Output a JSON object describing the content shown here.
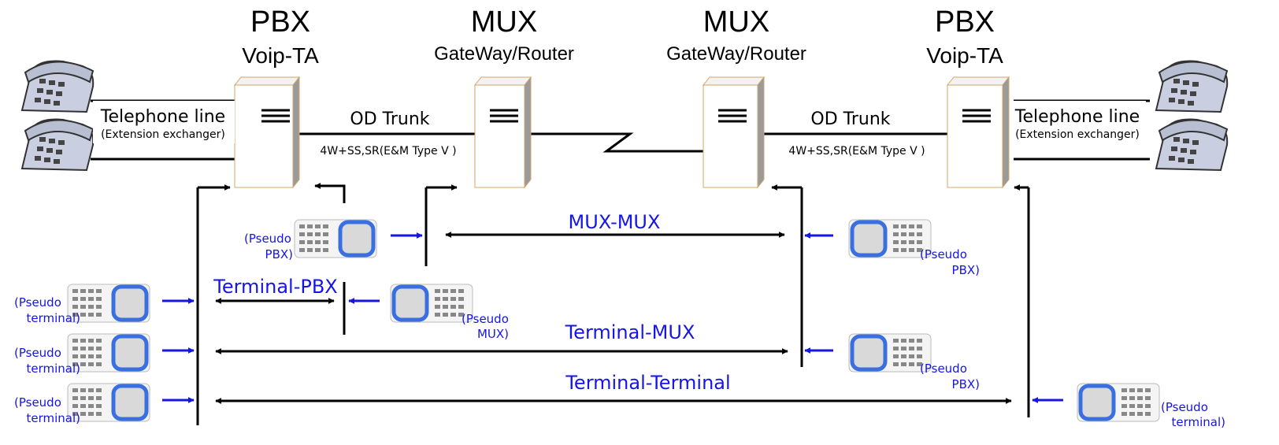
{
  "nodes": {
    "pbx_left": {
      "title": "PBX",
      "subtitle": "Voip-TA"
    },
    "mux_left": {
      "title": "MUX",
      "subtitle": "GateWay/Router"
    },
    "mux_right": {
      "title": "MUX",
      "subtitle": "GateWay/Router"
    },
    "pbx_right": {
      "title": "PBX",
      "subtitle": "Voip-TA"
    }
  },
  "trunks": {
    "left": {
      "label": "OD Trunk",
      "spec": "4W+SS,SR(E&M Type V )"
    },
    "right": {
      "label": "OD Trunk",
      "spec": "4W+SS,SR(E&M Type V )"
    }
  },
  "telephone_lines": {
    "left": {
      "label": "Telephone line",
      "sublabel": "(Extension exchanger)"
    },
    "right": {
      "label": "Telephone line",
      "sublabel": "(Extension exchanger)"
    }
  },
  "tests": {
    "mux_mux": "MUX-MUX",
    "terminal_pbx": "Terminal-PBX",
    "terminal_mux": "Terminal-MUX",
    "terminal_terminal": "Terminal-Terminal"
  },
  "testers": {
    "pseudo_pbx_left": {
      "line1": "(Pseudo",
      "line2": "PBX)"
    },
    "pseudo_pbx_right1": {
      "line1": "(Pseudo",
      "line2": "PBX)"
    },
    "pseudo_pbx_right2": {
      "line1": "(Pseudo",
      "line2": "PBX)"
    },
    "pseudo_mux": {
      "line1": "(Pseudo",
      "line2": "MUX)"
    },
    "pseudo_term_1": {
      "line1": "(Pseudo",
      "line2": "terminal)"
    },
    "pseudo_term_2": {
      "line1": "(Pseudo",
      "line2": "terminal)"
    },
    "pseudo_term_3": {
      "line1": "(Pseudo",
      "line2": "terminal)"
    },
    "pseudo_term_right": {
      "line1": "(Pseudo",
      "line2": "terminal)"
    }
  },
  "colors": {
    "line": "#000000",
    "accent_blue": "#1515e6",
    "device_fill": "#ffffff",
    "device_side": "#9a9a9a",
    "device_outline": "#d4a56a",
    "tester_screen": "#3a6fe0"
  }
}
